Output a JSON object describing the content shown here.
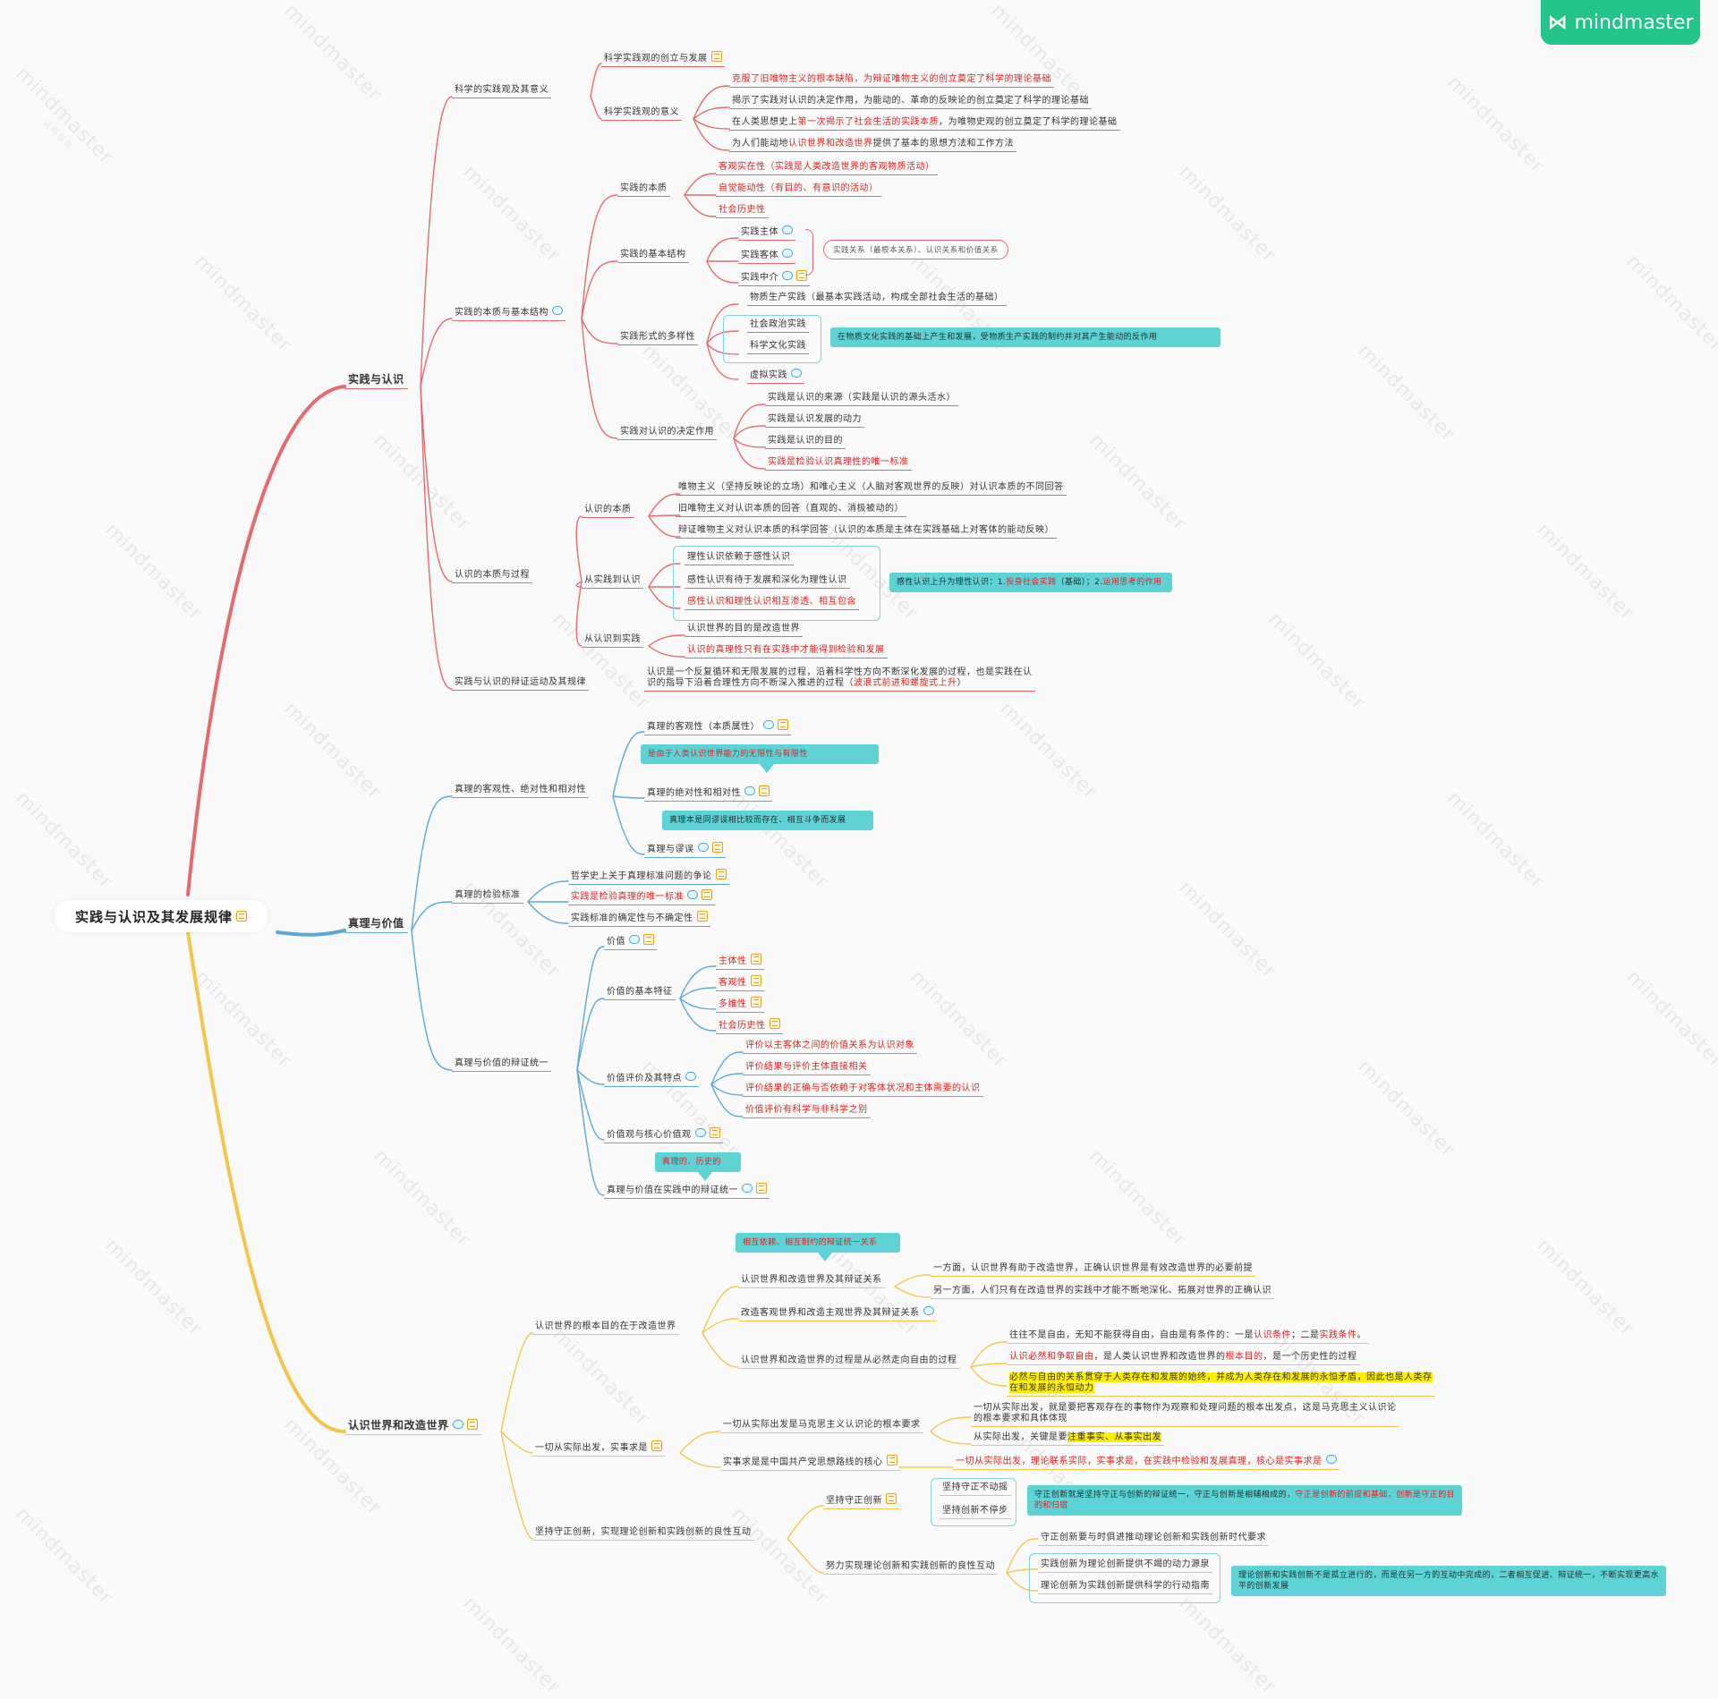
{
  "brand": {
    "name": "mindmaster",
    "logo_icon": "mindmaster-logo-icon"
  },
  "watermark": {
    "text": "mindmaster",
    "sub": "试用版本"
  },
  "root": "实践与认识及其发展规律",
  "branches": {
    "practice": {
      "label": "实践与认识",
      "sci_view": {
        "label": "科学的实践观及其意义",
        "a": "科学实践观的创立与发展",
        "b": "科学实践观的意义",
        "b1": "克服了旧唯物主义的根本缺陷，为辩证唯物主义的创立奠定了科学的理论基础",
        "b2": "揭示了实践对认识的决定作用，为能动的、革命的反映论的创立奠定了科学的理论基础",
        "b3_pre": "在人类思想史上",
        "b3_red": "第一次揭示了社会生活的实践本质",
        "b3_post": "，为唯物史观的创立奠定了科学的理论基础",
        "b4_pre": "为人们能动地",
        "b4_red": "认识世界和改造世界",
        "b4_post": "提供了基本的思想方法和工作方法"
      },
      "essence": {
        "label": "实践的本质与基本结构",
        "nature": "实践的本质",
        "n1": "客观实在性（实践是人类改造世界的客观物质活动）",
        "n2": "自觉能动性（有目的、有意识的活动）",
        "n3": "社会历史性",
        "struct": "实践的基本结构",
        "s1": "实践主体",
        "s2": "实践客体",
        "s3": "实践中介",
        "s_note": "实践关系（最根本关系）、认识关系和价值关系",
        "forms": "实践形式的多样性",
        "f1": "物质生产实践（最基本实践活动，构成全部社会生活的基础）",
        "f2": "社会政治实践",
        "f3": "科学文化实践",
        "f4": "虚拟实践",
        "f_callout": "在物质文化实践的基础上产生和发展，受物质生产实践的制约并对其产生能动的反作用",
        "decisive": "实践对认识的决定作用",
        "d1": "实践是认识的来源（实践是认识的源头活水）",
        "d2": "实践是认识发展的动力",
        "d3": "实践是认识的目的",
        "d4": "实践是检验认识真理性的唯一标准"
      },
      "cognition": {
        "label": "认识的本质与过程",
        "ess": "认识的本质",
        "e1": "唯物主义（坚持反映论的立场）和唯心主义（人脑对客观世界的反映）对认识本质的不同回答",
        "e2": "旧唯物主义对认识本质的回答（直观的、消极被动的）",
        "e3": "辩证唯物主义对认识本质的科学回答（认识的本质是主体在实践基础上对客体的能动反映）",
        "p2c": "从实践到认识",
        "pc1": "理性认识依赖于感性认识",
        "pc2": "感性认识有待于发展和深化为理性认识",
        "pc3": "感性认识和理性认识相互渗透、相互包含",
        "pc_callout_pre": "感性认识上升为理性认识：1.",
        "pc_callout_r1": "投身社会实践",
        "pc_callout_mid": "（基础）；2.",
        "pc_callout_r2": "运用思考的作用",
        "c2p": "从认识到实践",
        "cp1": "认识世界的目的是改造世界",
        "cp2": "认识的真理性只有在实践中才能得到检验和发展",
        "law": "实践与认识的辩证运动及其规律",
        "law1": "认识是一个反复循环和无限发展的过程，沿着科学性方向不断深化发展的过程，也是实践在认",
        "law2_pre": "识的指导下沿着合理性方向不断深入推进的过程（",
        "law2_red": "波浪式前进和螺旋式上升",
        "law2_post": "）"
      }
    },
    "truth": {
      "label": "真理与价值",
      "tri": {
        "label": "真理的客观性、绝对性和相对性",
        "a": "真理的客观性（本质属性）",
        "a_callout": "是由于人类认识世界能力的无限性与有限性",
        "b": "真理的绝对性和相对性",
        "b_callout": "真理本是同谬误相比较而存在、相互斗争而发展",
        "c": "真理与谬误"
      },
      "test": {
        "label": "真理的检验标准",
        "a": "哲学史上关于真理标准问题的争论",
        "b": "实践是检验真理的唯一标准",
        "c": "实践标准的确定性与不确定性"
      },
      "unity": {
        "label": "真理与价值的辩证统一",
        "value": "价值",
        "feat": "价值的基本特征",
        "f1": "主体性",
        "f2": "客观性",
        "f3": "多维性",
        "f4": "社会历史性",
        "eval": "价值评价及其特点",
        "ev1": "评价以主客体之间的价值关系为认识对象",
        "ev2": "评价结果与评价主体直接相关",
        "ev3": "评价结果的正确与否依赖于对客体状况和主体需要的认识",
        "ev4": "价值评价有科学与非科学之别",
        "view": "价值观与核心价值观",
        "view_callout": "真理的、历史的",
        "dial": "真理与价值在实践中的辩证统一"
      }
    },
    "world": {
      "label": "认识世界和改造世界",
      "g1": {
        "label": "认识世界的根本目的在于改造世界",
        "callout": "相互依赖、相互制约的辩证统一关系",
        "a": "认识世界和改造世界及其辩证关系",
        "a1": "一方面，认识世界有助于改造世界，正确认识世界是有效改造世界的必要前提",
        "a2": "另一方面，人们只有在改造世界的实践中才能不断地深化、拓展对世界的正确认识",
        "b": "改造客观世界和改造主观世界及其辩证关系",
        "c": "认识世界和改造世界的过程是从必然走向自由的过程",
        "c1_pre": "往往不是自由，无知不能获得自由，自由是有条件的：一是",
        "c1_r1": "认识条件",
        "c1_mid": "；二是",
        "c1_r2": "实践条件",
        "c1_post": "。",
        "c2_r1": "认识必然和争取自由",
        "c2_mid": "，是人类认识世界和改造世界的",
        "c2_r2": "根本目的",
        "c2_post": "，是一个历史性的过程",
        "c3a": "必然与自由的关系贯穿于人类存在和发展的始终，并成为人类存在和发展的永恒矛盾，因此也是人类存",
        "c3b": "在和发展的永恒动力"
      },
      "g2": {
        "label": "一切从实际出发，实事求是",
        "a": "一切从实际出发是马克思主义认识论的根本要求",
        "a1a": "一切从实际出发，就是要把客观存在的事物作为观察和处理问题的根本出发点，这是马克思主义认识论",
        "a1b": "的根本要求和具体体现",
        "a2_pre": "从实际出发，关键是要",
        "a2_hl": "注重事实、从事实出发",
        "b": "实事求是是中国共产党思想路线的核心",
        "b1_pre": "一切从实际出发，",
        "b1_red": "理论联系实际，实事求是，在实践中检验和发展真理，核心是实事求是",
        "b1_post": ""
      },
      "g3": {
        "label": "坚持守正创新，实现理论创新和实践创新的良性互动",
        "a": "坚持守正创新",
        "a1": "坚持守正不动摇",
        "a2": "坚持创新不停步",
        "a_callout_pre": "守正创新就是坚持守正与创新的辩证统一，守正与创新是相辅相成的，",
        "a_callout_red": "守正是创新的前提和基础，创新是守正的目的和归宿",
        "b": "努力实现理论创新和实践创新的良性互动",
        "b1": "守正创新要与时俱进推动理论创新和实践创新时代要求",
        "b2": "实践创新为理论创新提供不竭的动力源泉",
        "b3": "理论创新为实践创新提供科学的行动指南",
        "b_callout": "理论创新和实践创新不是孤立进行的，而是在另一方的互动中完成的，二者相互促进、辩证统一，不断实现更高水平的创新发展"
      }
    }
  }
}
